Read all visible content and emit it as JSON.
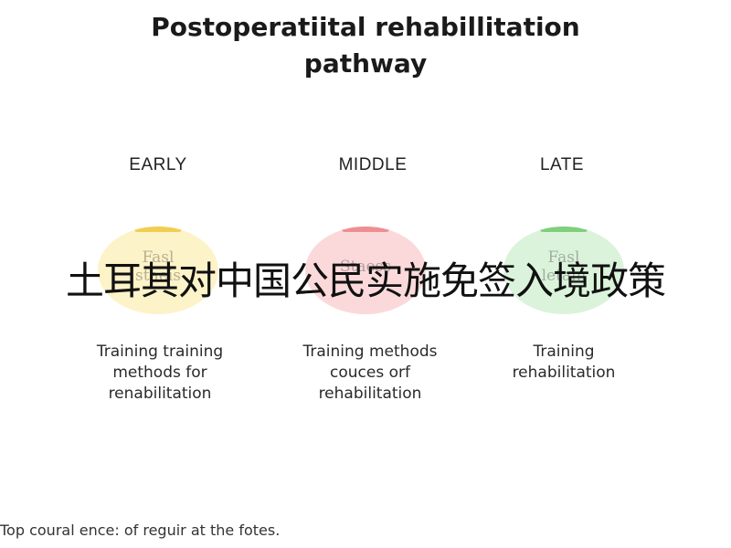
{
  "title": "Postoperatiital rehabillitation pathway",
  "stages": [
    {
      "label": "EARLY",
      "circle_text": "Fasl\nstaeis",
      "circle_color": "#fdf3c8",
      "accent_color": "#f3cd4f",
      "description": "Training training\nmethods for\nrenabilitation"
    },
    {
      "label": "MIDDLE",
      "circle_text": "Staess",
      "circle_color": "#fbd9da",
      "accent_color": "#ef8e92",
      "description": "Training methods\ncouces orf\nrehabilitation"
    },
    {
      "label": "LATE",
      "circle_text": "Fasl\nletain",
      "circle_color": "#dcf3db",
      "accent_color": "#7fcf7c",
      "description": "Training\nrehabilitation"
    }
  ],
  "overlay_text": "土耳其对中国公民实施免签入境政策",
  "footer_text": "Top coural ence: of reguir at the fotes."
}
